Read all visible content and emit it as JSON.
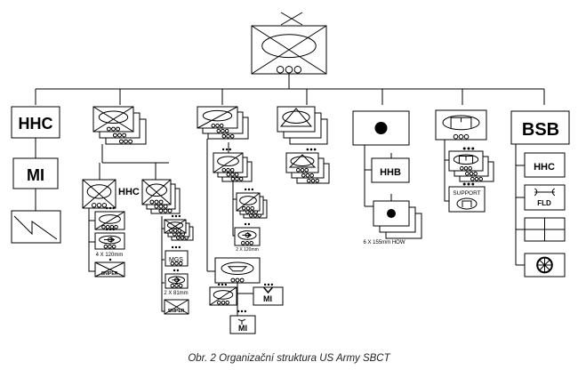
{
  "diagram": {
    "labels": {
      "hhc": "HHC",
      "mi": "MI",
      "bsb": "BSB",
      "bn_hhc": "HHC",
      "hhb": "HHB",
      "how": "6 X 155mm HOW",
      "support": "SUPPORT",
      "bsb_hhc": "HHC",
      "fld": "FLD",
      "mortar_120": "4 X 120mm",
      "mgs": "MGS",
      "mortar_81": "2 X 81mm",
      "sniper1": "SNIPER",
      "sniper2": "SNIPER",
      "recon_mortar": "2 X 120mm",
      "mi2": "MI",
      "mi3": "MI"
    }
  },
  "caption": "Obr. 2 Organizační struktura US Army SBCT"
}
